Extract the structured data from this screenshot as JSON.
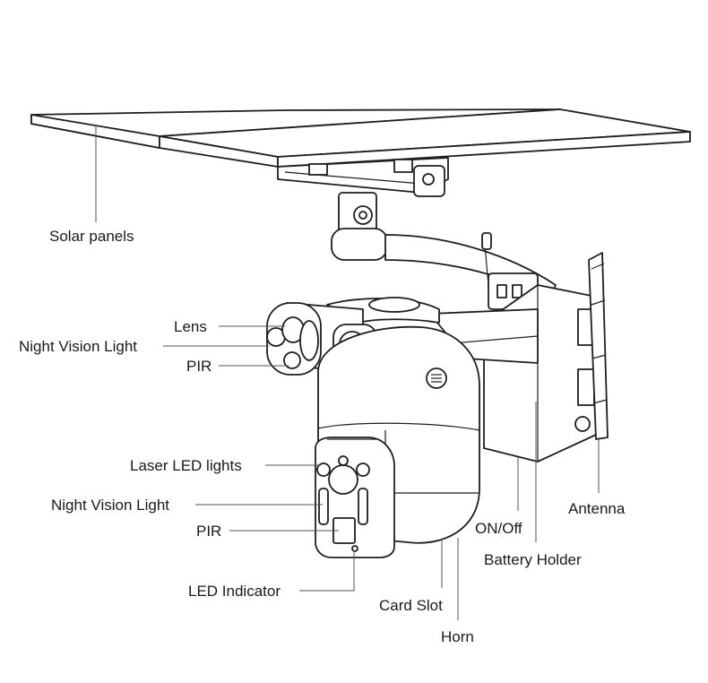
{
  "labels": {
    "solar_panels": "Solar panels",
    "lens": "Lens",
    "night_vision_light_top": "Night Vision Light",
    "pir_top": "PIR",
    "laser_led_lights": "Laser LED lights",
    "night_vision_light_bottom": "Night Vision Light",
    "pir_bottom": "PIR",
    "led_indicator": "LED Indicator",
    "card_slot": "Card Slot",
    "horn": "Horn",
    "on_off": "ON/Off",
    "battery_holder": "Battery Holder",
    "antenna": "Antenna"
  },
  "colors": {
    "line": "#1e1e1e",
    "leader": "#555555",
    "text": "#1a1a1a"
  }
}
